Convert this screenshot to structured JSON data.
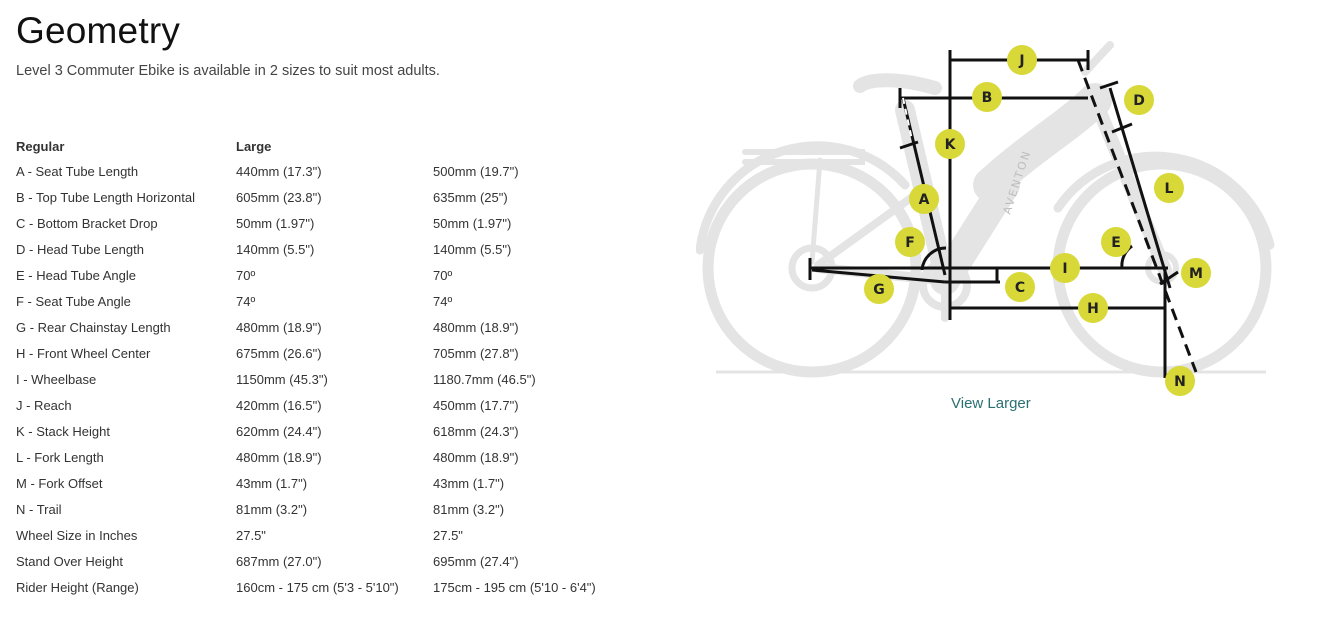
{
  "header": {
    "title": "Geometry",
    "subtitle": "Level 3 Commuter Ebike is available in 2 sizes to suit most adults."
  },
  "table": {
    "headers": [
      "Regular",
      "Large",
      ""
    ],
    "rows": [
      [
        "A - Seat Tube Length",
        "440mm (17.3\")",
        "500mm (19.7\")"
      ],
      [
        "B - Top Tube Length Horizontal",
        "605mm (23.8\")",
        "635mm (25\")"
      ],
      [
        "C - Bottom Bracket Drop",
        "50mm (1.97\")",
        "50mm (1.97\")"
      ],
      [
        "D - Head Tube Length",
        "140mm (5.5\")",
        "140mm (5.5\")"
      ],
      [
        "E - Head Tube Angle",
        "70º",
        "70º"
      ],
      [
        "F - Seat Tube Angle",
        "74º",
        "74º"
      ],
      [
        "G - Rear Chainstay Length",
        "480mm (18.9\")",
        "480mm (18.9\")"
      ],
      [
        "H - Front Wheel Center",
        "675mm (26.6\")",
        "705mm (27.8\")"
      ],
      [
        "I - Wheelbase",
        "1150mm (45.3\")",
        "1180.7mm (46.5\")"
      ],
      [
        "J - Reach",
        "420mm (16.5\")",
        "450mm (17.7\")"
      ],
      [
        "K - Stack Height",
        "620mm (24.4\")",
        "618mm (24.3\")"
      ],
      [
        "L - Fork Length",
        "480mm (18.9\")",
        "480mm (18.9\")"
      ],
      [
        "M - Fork Offset",
        "43mm (1.7\")",
        "43mm (1.7\")"
      ],
      [
        "N - Trail",
        "81mm (3.2\")",
        "81mm (3.2\")"
      ],
      [
        "Wheel Size in Inches",
        "27.5\"",
        "27.5\""
      ],
      [
        "Stand Over Height",
        "687mm (27.0\")",
        "695mm (27.4\")"
      ],
      [
        "Rider Height (Range)",
        "160cm - 175 cm (5'3 - 5'10\")",
        "175cm - 195 cm (5'10 - 6'4\")"
      ]
    ]
  },
  "diagram": {
    "brand_text": "AVENTON",
    "markers": [
      "A",
      "B",
      "C",
      "D",
      "E",
      "F",
      "G",
      "H",
      "I",
      "J",
      "K",
      "L",
      "M",
      "N"
    ],
    "marker_color": "#d8d838",
    "bike_color": "#e4e4e4",
    "line_color": "#111111"
  },
  "view_larger_label": "View Larger"
}
